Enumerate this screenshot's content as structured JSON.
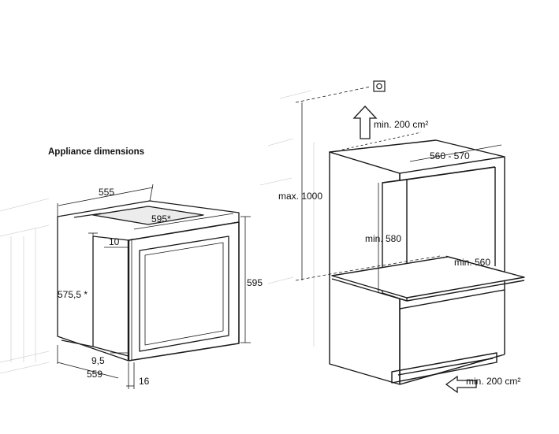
{
  "title": "Appliance dimensions",
  "appliance": {
    "width": "555",
    "depth": "595*",
    "height": "595",
    "body_height": "575,5 *",
    "top_offset": "10",
    "bottom_offset": "9,5",
    "body_depth": "559",
    "door_thickness": "16"
  },
  "installation": {
    "max_height": "max. 1000",
    "vent_top": "min. 200 cm²",
    "niche_width": "560 - 570",
    "niche_height": "min. 580",
    "niche_depth": "min. 560",
    "vent_bottom": "min. 200 cm²"
  },
  "colors": {
    "line": "#1a1a1a",
    "faint": "#d4d4d4",
    "panel": "#e6e6e6"
  }
}
